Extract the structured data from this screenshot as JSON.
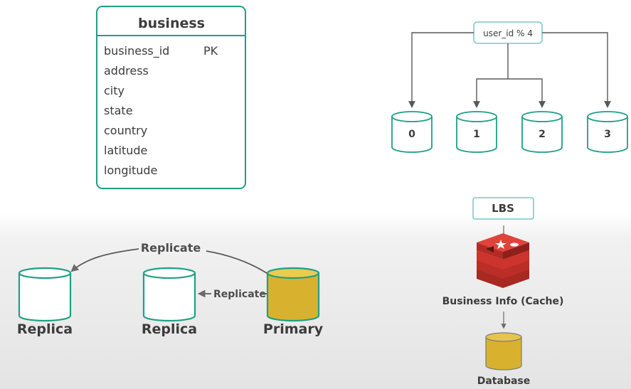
{
  "table": {
    "name": "business",
    "rows": [
      {
        "field": "business_id",
        "key": "PK"
      },
      {
        "field": "address",
        "key": ""
      },
      {
        "field": "city",
        "key": ""
      },
      {
        "field": "state",
        "key": ""
      },
      {
        "field": "country",
        "key": ""
      },
      {
        "field": "latitude",
        "key": ""
      },
      {
        "field": "longitude",
        "key": ""
      }
    ]
  },
  "sharding": {
    "router_label": "user_id % 4",
    "shards": [
      "0",
      "1",
      "2",
      "3"
    ]
  },
  "replication": {
    "top_arrow_label": "Replicate",
    "middle_arrow_label": "Replicate",
    "nodes": {
      "left": "Replica",
      "middle": "Replica",
      "right": "Primary"
    }
  },
  "cache_path": {
    "service": "LBS",
    "cache": "Business Info (Cache)",
    "database": "Database"
  },
  "colors": {
    "teal": "#1f9f86",
    "gold": "#d8b22f",
    "gold_dark": "#b28d1d",
    "redis_red": "#d83a32",
    "redis_dark": "#8f1f1a",
    "arrow": "#585858",
    "text": "#3c3c3c"
  },
  "icons": {
    "cache": "redis-stack-icon",
    "database": "database-cylinder-icon"
  }
}
